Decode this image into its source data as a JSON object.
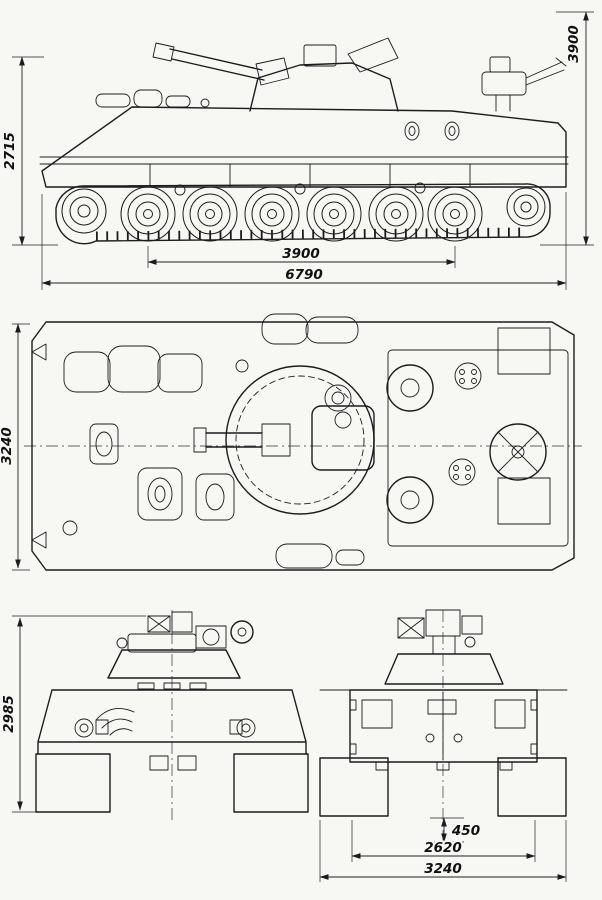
{
  "page": {
    "background": "#f7f7f4",
    "ink": "#1c1c1c"
  },
  "drawing": {
    "subject": "tracked armored fighting vehicle - three-view technical drawing",
    "views": [
      "side",
      "top",
      "front",
      "rear"
    ],
    "dimensions": {
      "side": {
        "overall_height": "3900",
        "hull_height": "2715",
        "roadwheel_base": "3900",
        "overall_length": "6790"
      },
      "top": {
        "overall_width": "3240"
      },
      "front": {
        "height": "2985"
      },
      "rear": {
        "ground_clearance": "450",
        "track_gauge": "2620",
        "overall_width": "3240"
      }
    }
  }
}
